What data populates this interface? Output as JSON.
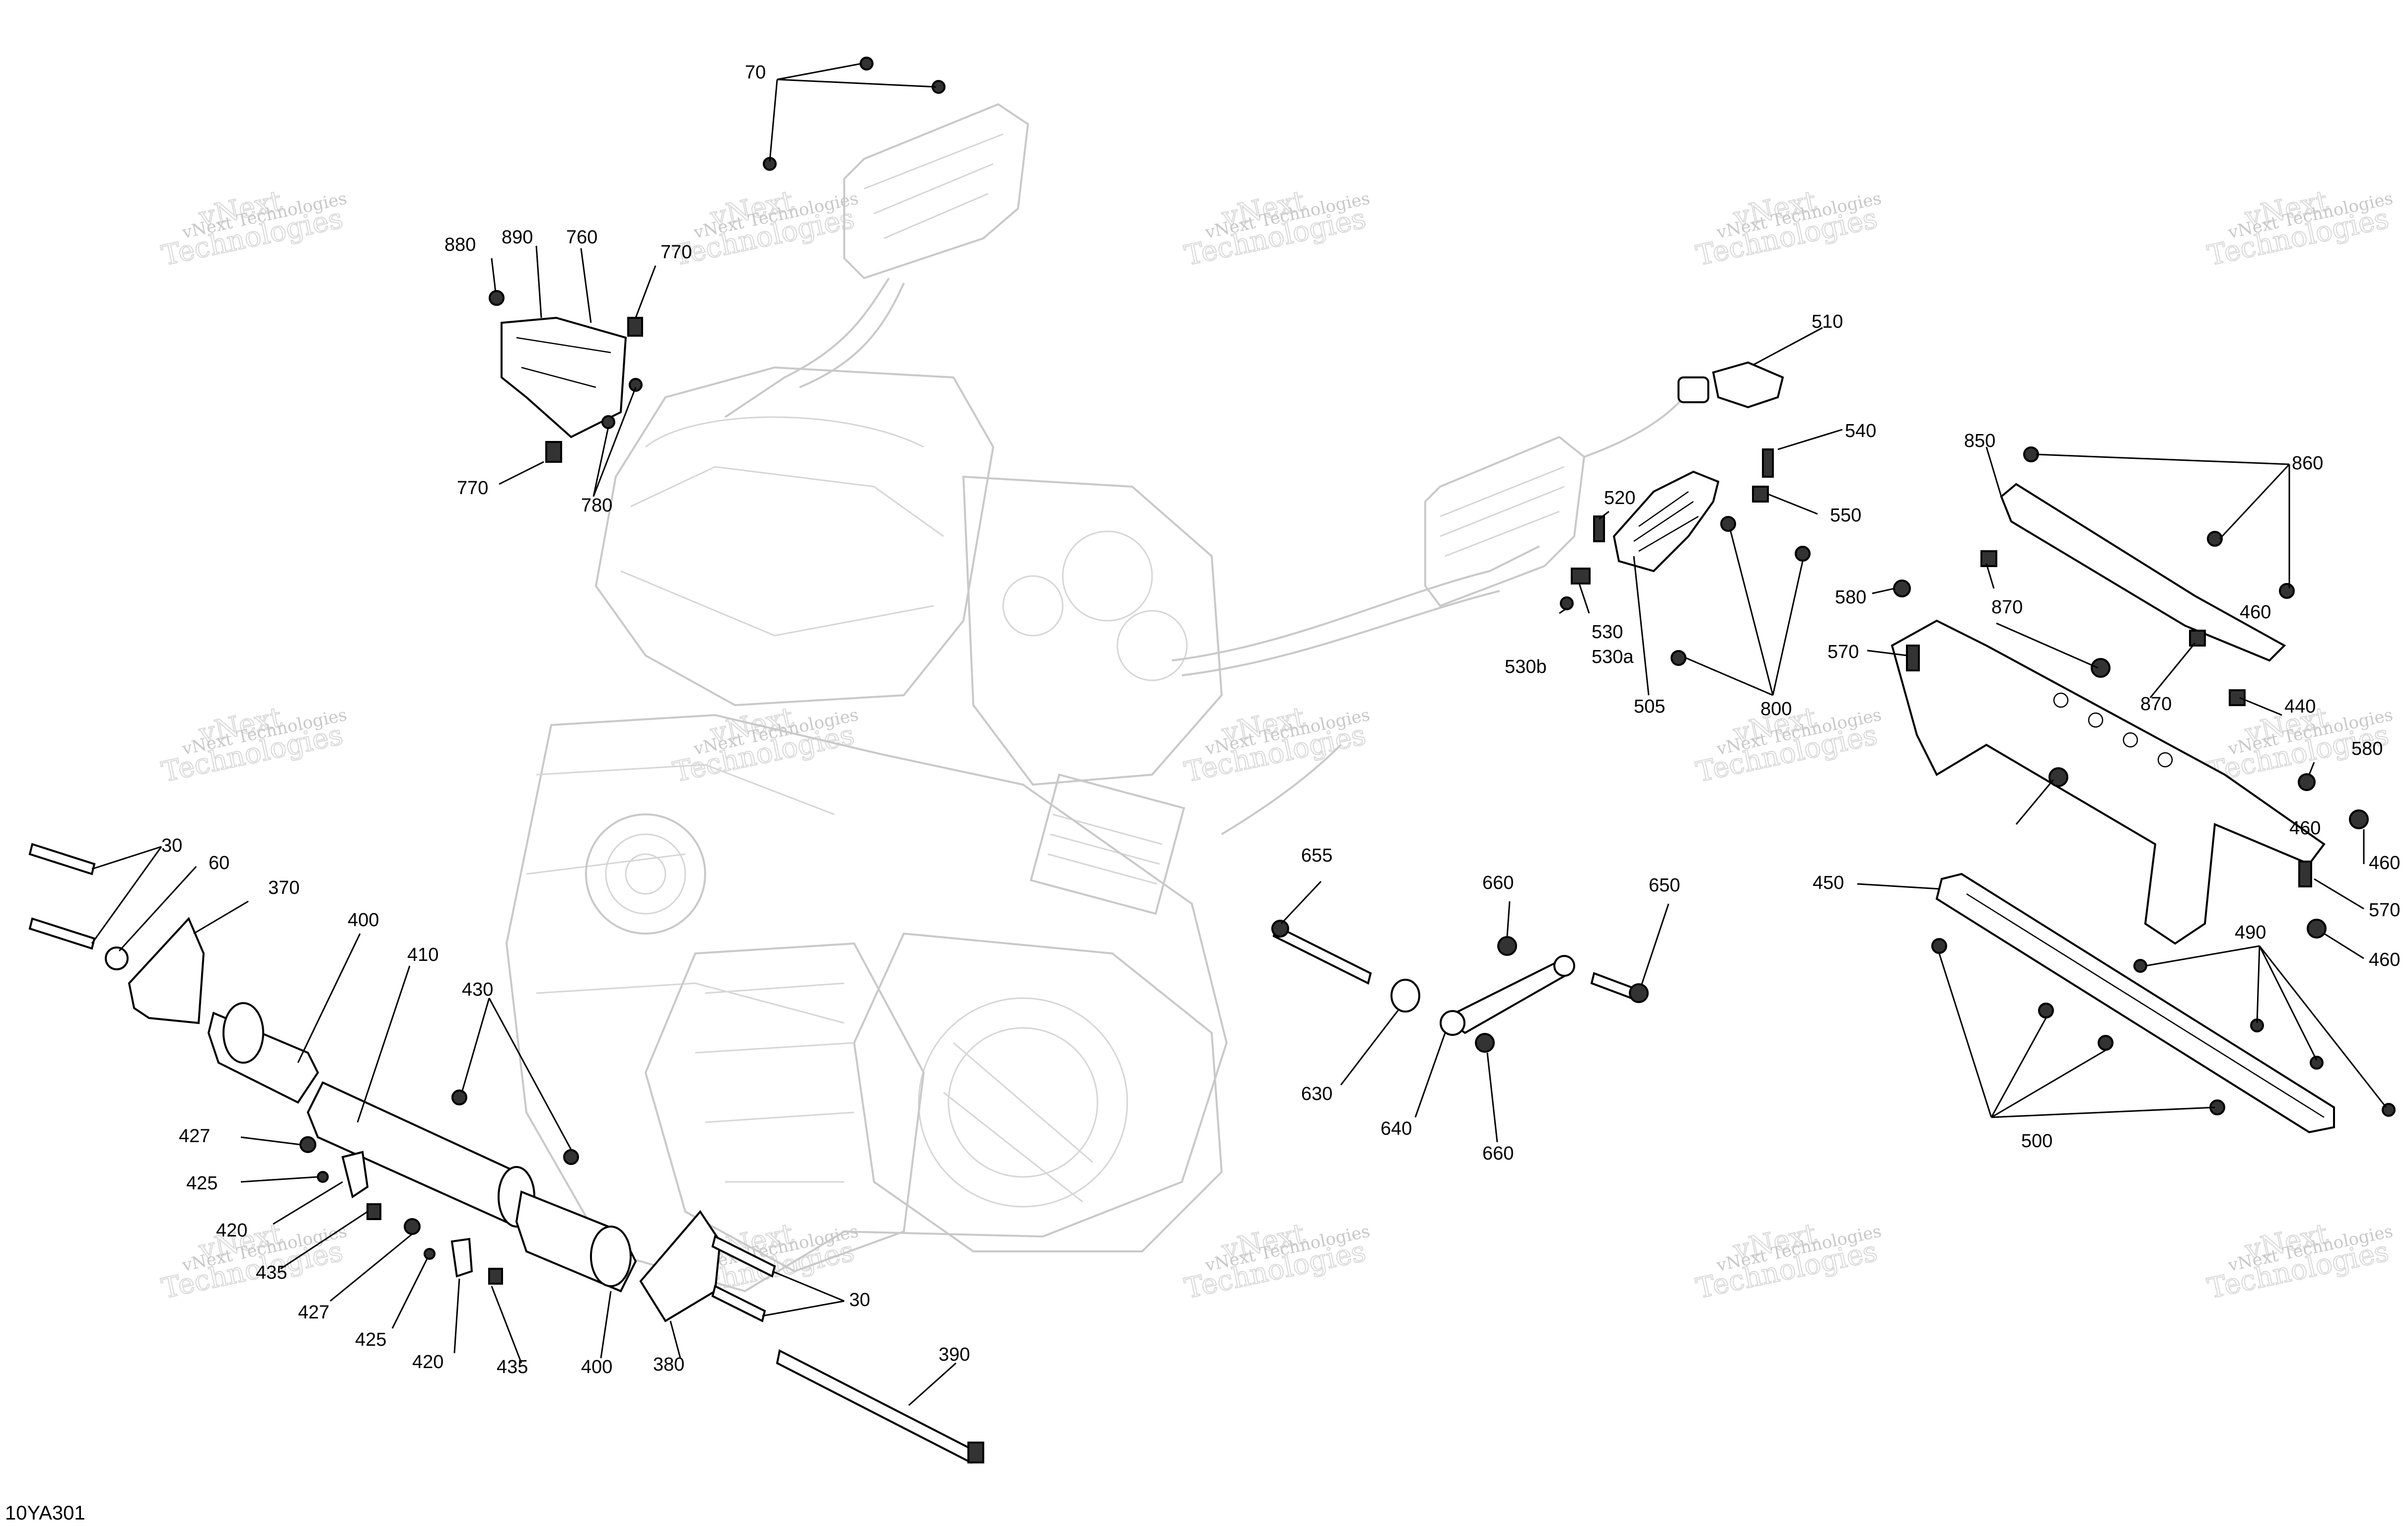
{
  "watermark": {
    "line1": "vNext Technologies",
    "line2": "vNext\nTechnologies"
  },
  "diagram_code": "10YA301",
  "callouts": {
    "c70": "70",
    "c880": "880",
    "c890": "890",
    "c760": "760",
    "c770a": "770",
    "c770b": "770",
    "c780": "780",
    "c510": "510",
    "c540": "540",
    "c520": "520",
    "c550": "550",
    "c530": "530",
    "c530a": "530a",
    "c530b": "530b",
    "c505": "505",
    "c800": "800",
    "c850": "850",
    "c860": "860",
    "c580a": "580",
    "c870a": "870",
    "c460a": "460",
    "c570a": "570",
    "c870b": "870",
    "c440": "440",
    "c580b": "580",
    "c460b": "460",
    "c460c": "460",
    "c570b": "570",
    "c460d": "460",
    "c450": "450",
    "c490": "490",
    "c500": "500",
    "c30a": "30",
    "c60": "60",
    "c370": "370",
    "c400a": "400",
    "c410": "410",
    "c430": "430",
    "c427a": "427",
    "c425a": "425",
    "c420a": "420",
    "c435a": "435",
    "c427b": "427",
    "c425b": "425",
    "c420b": "420",
    "c435b": "435",
    "c400b": "400",
    "c380": "380",
    "c30b": "30",
    "c390": "390",
    "c655": "655",
    "c660a": "660",
    "c650": "650",
    "c630": "630",
    "c640": "640",
    "c660b": "660"
  }
}
